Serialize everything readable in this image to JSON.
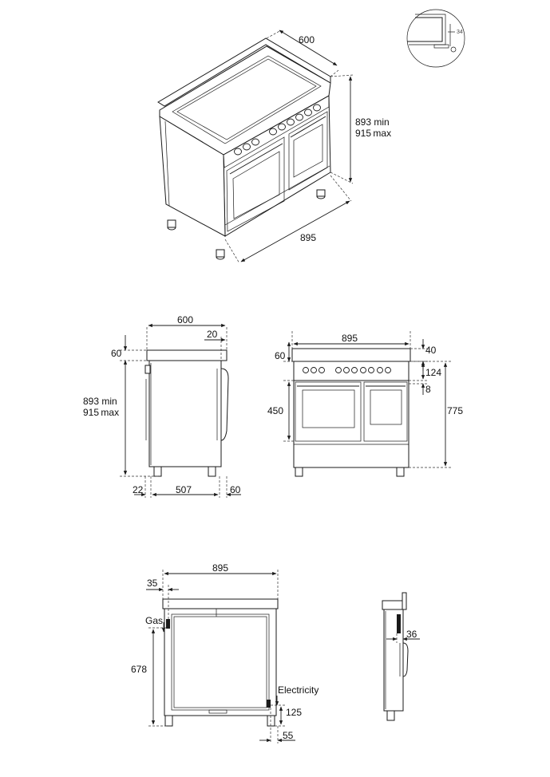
{
  "iso": {
    "depth": "600",
    "width": "895",
    "height_min": "893 min",
    "height_max": "915 max"
  },
  "detail": {
    "value": "34"
  },
  "side": {
    "depth": "600",
    "rear_offset": "20",
    "top": "60",
    "height_min": "893 min",
    "height_max": "915 max",
    "left_gap": "22",
    "base": "507",
    "right_gap": "60"
  },
  "front": {
    "width": "895",
    "top": "60",
    "panel": "40",
    "knobs": "124",
    "gap": "8",
    "oven": "450",
    "height": "775"
  },
  "install": {
    "width": "895",
    "left_offset": "35",
    "gas_label": "Gas",
    "gas_height": "678",
    "electricity_label": "Electricity",
    "electricity_height": "125",
    "electricity_offset": "55"
  },
  "side_small": {
    "depth": "36"
  }
}
